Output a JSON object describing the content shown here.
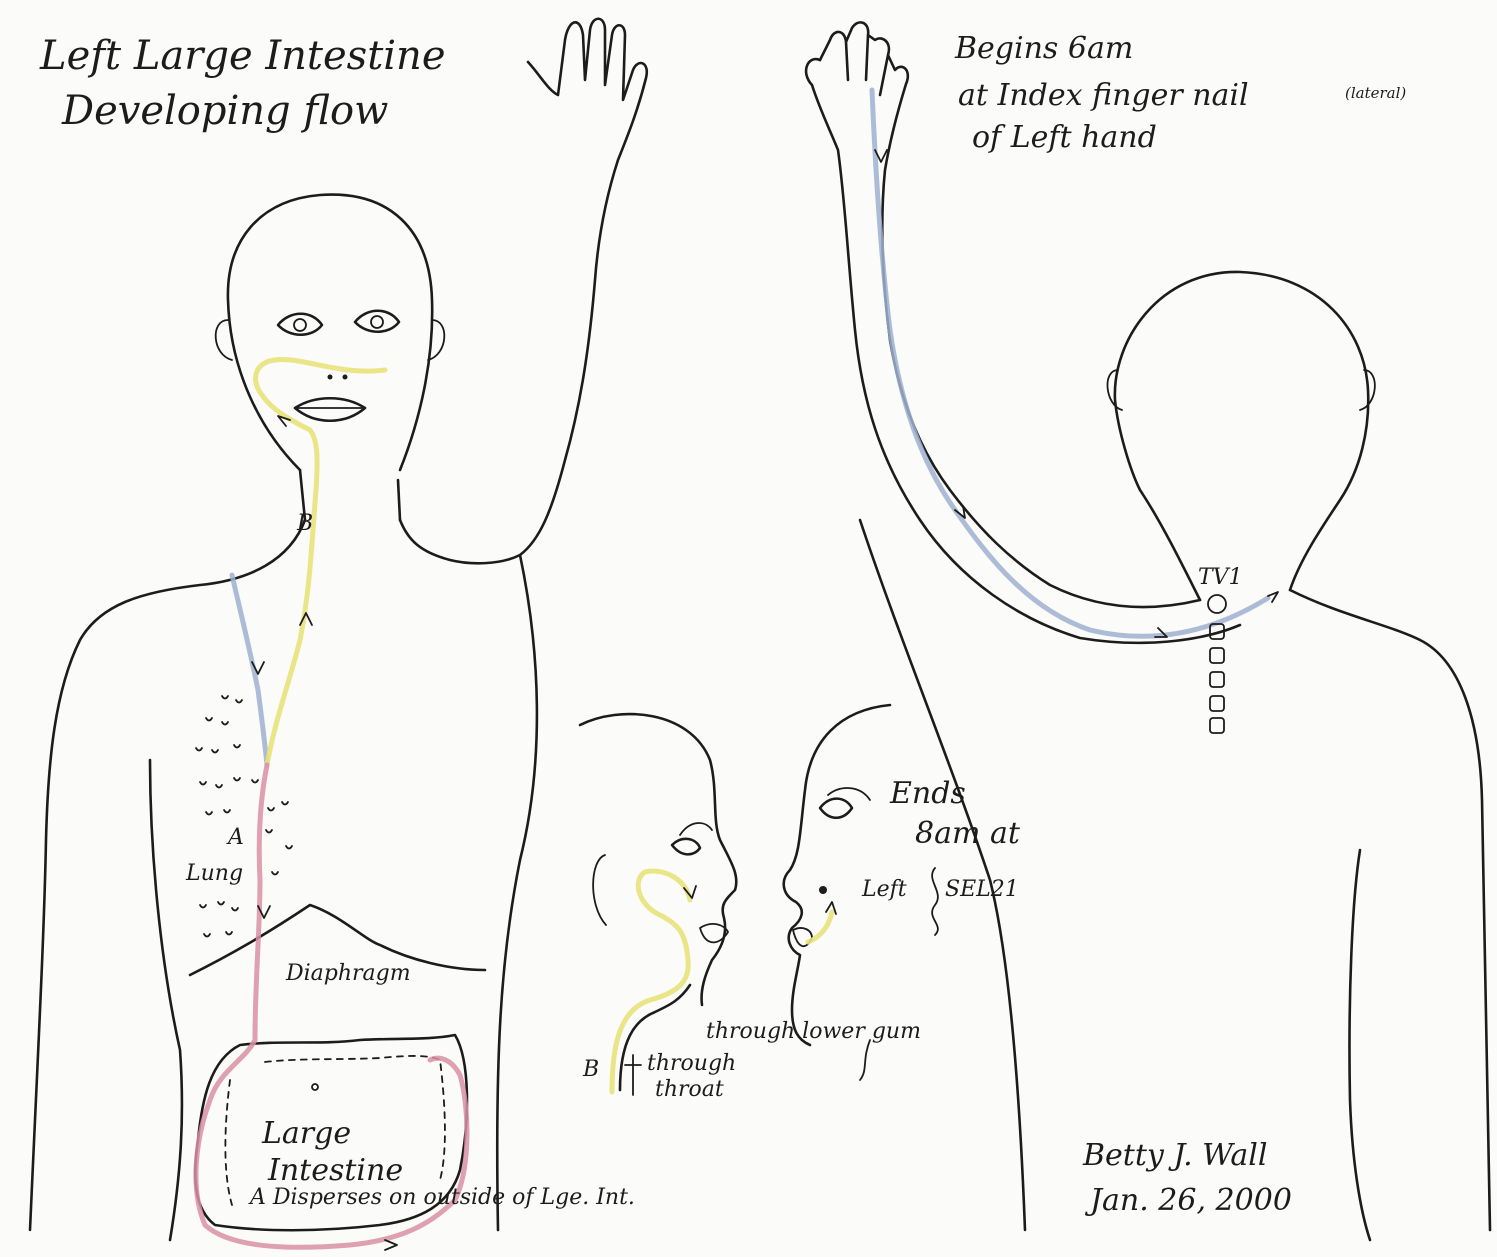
{
  "title": {
    "line1": "Left Large Intestine",
    "line2": "Developing flow"
  },
  "begins": {
    "line1": "Begins 6am",
    "line2": "at Index finger nail",
    "note": "(lateral)",
    "line3": "of Left hand"
  },
  "ends": {
    "line1": "Ends",
    "line2": "8am at",
    "line3_prefix": "Left",
    "line3_point": "SEL21"
  },
  "labels": {
    "b_neck": "B",
    "a_lung": "A",
    "lung": "Lung",
    "diaphragm": "Diaphragm",
    "large_intestine_1": "Large",
    "large_intestine_2": "Intestine",
    "disperses": "A Disperses on outside of Lge. Int.",
    "tv1": "TV1",
    "b_throat": "B",
    "through_throat_1": "through",
    "through_throat_2": "throat",
    "through_lower_gum": "through lower gum"
  },
  "signature": {
    "name": "Betty J. Wall",
    "date": "Jan. 26, 2000"
  },
  "colors": {
    "ink": "#1c1c1c",
    "yellow_path": "#e8e27a",
    "blue_path": "#9fb0d0",
    "pink_path": "#d98fa6",
    "paper": "#fbfbf9"
  }
}
